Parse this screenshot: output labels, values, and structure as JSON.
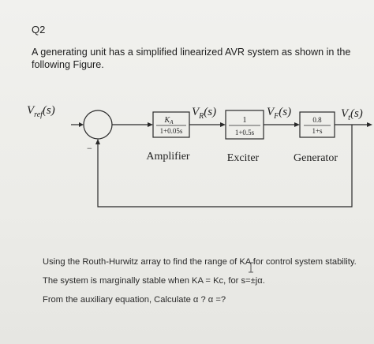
{
  "question": {
    "label": "Q2",
    "intro": "A generating unit has a simplified linearized AVR system as shown in the following Figure."
  },
  "diagram": {
    "input_label_main": "V",
    "input_label_sub": "ref",
    "input_label_arg": "(s)",
    "minus_sign": "−",
    "amplifier": {
      "num": "K",
      "num_sub": "A",
      "den": "1+0.05s",
      "label": "Amplifier"
    },
    "exciter": {
      "num": "1",
      "den": "1+0.5s",
      "label": "Exciter"
    },
    "generator": {
      "num": "0.8",
      "den": "1+s",
      "label": "Generator"
    },
    "signal_vr_main": "V",
    "signal_vr_sub": "R",
    "signal_vr_arg": "(s)",
    "signal_vf_main": "V",
    "signal_vf_sub": "F",
    "signal_vf_arg": "(s)",
    "signal_vt_main": "V",
    "signal_vt_sub": "t",
    "signal_vt_arg": "(s)"
  },
  "instructions": {
    "line1": "Using the Routh-Hurwitz array to find the range of KA for control system stability.",
    "line2": "The system is marginally stable when KA = Kc, for s=±jα.",
    "line3": "From the auxiliary equation, Calculate α ? α =?"
  }
}
